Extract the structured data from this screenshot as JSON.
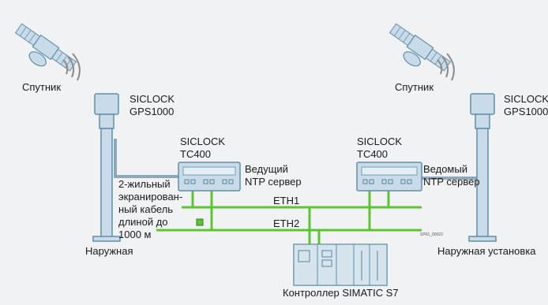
{
  "labels": {
    "satellite_left": "Спутник",
    "satellite_right": "Спутник",
    "gps_left_line1": "SICLOCK",
    "gps_left_line2": "GPS1000",
    "gps_right_line1": "SICLOCK",
    "gps_right_line2": "GPS1000",
    "tc_left_line1": "SICLOCK",
    "tc_left_line2": "TC400",
    "tc_right_line1": "SICLOCK",
    "tc_right_line2": "TC400",
    "master_line1": "Ведущий",
    "master_line2": "NTP сервер",
    "slave_line1": "Ведомый",
    "slave_line2": "NTP сервер",
    "cable_line1": "2-жильный",
    "cable_line2": "экранирован-",
    "cable_line3": "ный кабель",
    "cable_line4": "длиной до",
    "cable_line5": "1000 м",
    "eth1": "ETH1",
    "eth2": "ETH2",
    "outdoor_left": "Наружная",
    "outdoor_right": "Наружная установка",
    "controller": "Контроллер SIMATIC S7",
    "figure_code": "SP01_00023"
  },
  "colors": {
    "background": "#f0f2f4",
    "device_fill": "#c9dbe8",
    "device_stroke": "#5f8fa9",
    "ethernet": "#5dc532",
    "cable": "#8ea8bb"
  }
}
